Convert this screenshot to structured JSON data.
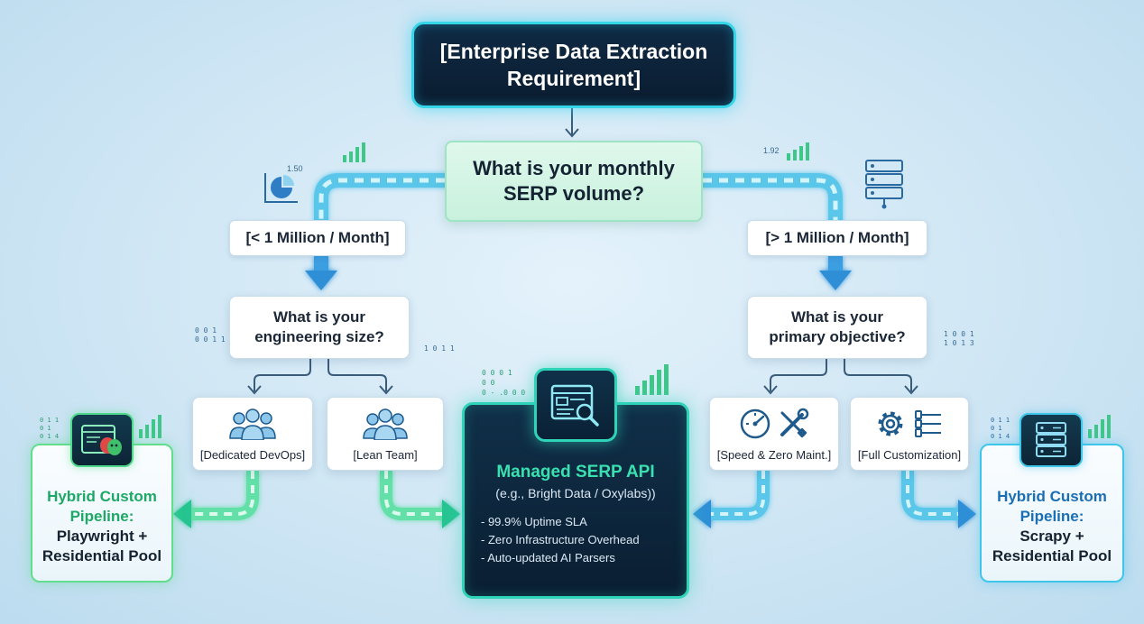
{
  "title": {
    "line1": "[Enterprise Data Extraction",
    "line2": "Requirement]"
  },
  "question_volume": {
    "line1": "What is your monthly",
    "line2": "SERP volume?"
  },
  "branch_low": {
    "label": "[< 1 Million / Month]"
  },
  "branch_high": {
    "label": "[> 1 Million / Month]"
  },
  "question_engineering": {
    "line1": "What is your",
    "line2": "engineering size?"
  },
  "question_objective": {
    "line1": "What is your",
    "line2": "primary objective?"
  },
  "options": {
    "devops": "[Dedicated DevOps]",
    "lean": "[Lean Team]",
    "speed": "[Speed & Zero Maint.]",
    "custom": "[Full Customization]"
  },
  "managed": {
    "title": "Managed SERP API",
    "subtitle": "(e.g., Bright Data / Oxylabs))",
    "bullets": [
      "- 99.9% Uptime SLA",
      "- Zero Infrastructure Overhead",
      "- Auto-updated AI Parsers"
    ]
  },
  "hybrid_left": {
    "title_line1": "Hybrid Custom",
    "title_line2": "Pipeline:",
    "detail_line1": "Playwright +",
    "detail_line2": "Residential Pool"
  },
  "hybrid_right": {
    "title_line1": "Hybrid Custom",
    "title_line2": "Pipeline:",
    "detail_line1": "Scrapy +",
    "detail_line2": "Residential Pool"
  },
  "decorations": {
    "pie_label": "1.50",
    "server_label": "1.92",
    "code_left": [
      "0 0 1",
      "0 0 1 1"
    ],
    "code_right": [
      "1 0 1 1"
    ],
    "code_obj_left": [],
    "code_obj_right": [
      "1 0 0 1",
      "1 0 1 3"
    ],
    "code_center": [
      "0 0 0 1",
      "0 0",
      "0 - .0 0 0"
    ],
    "code_hybrid_left": [
      "0 1 1",
      "0 1",
      "0 1 4"
    ],
    "code_hybrid_right": [
      "0 1 1",
      "0 1",
      "0 1 4"
    ]
  },
  "colors": {
    "accent_cyan": "#36d6e8",
    "accent_green": "#39e0b0",
    "dark_panel": "#0a1e32",
    "wire_blue": "#3ea6e4",
    "wire_green": "#3fd6a0"
  }
}
